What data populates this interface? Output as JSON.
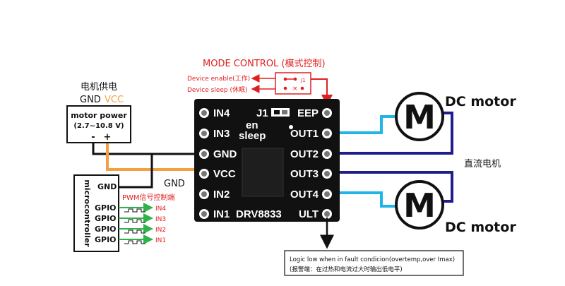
{
  "mode_control": {
    "title": "MODE CONTROL (模式控制)",
    "enable_label": "Device enable(工作)",
    "sleep_label": "Device sleep (休眠)",
    "jumper_label": "J1"
  },
  "power": {
    "cn_label": "电机供电",
    "gnd_label": "GND",
    "vcc_label": "VCC",
    "box_title": "motor power",
    "box_range": "(2.7~10.8 V)",
    "minus": "-",
    "plus": "+"
  },
  "mcu": {
    "vertical_label": "microcontroller",
    "gnd": "GND",
    "pwm_label": "PWM信号控制端",
    "gpio": [
      "GPIO",
      "GPIO",
      "GPIO",
      "GPIO"
    ],
    "signals": [
      "IN4",
      "IN3",
      "IN2",
      "IN1"
    ],
    "ext_gnd": "GND"
  },
  "board": {
    "left_pins": [
      "IN4",
      "IN3",
      "GND",
      "VCC",
      "IN2",
      "IN1"
    ],
    "right_pins": [
      "EEP",
      "OUT1",
      "OUT2",
      "OUT3",
      "OUT4",
      "ULT"
    ],
    "j1": "J1",
    "en": "en",
    "sleep": "sleep",
    "chip": "DRV8833"
  },
  "motors": {
    "top_label": "DC motor",
    "bottom_label": "DC motor",
    "letter": "M",
    "cn_label": "直流电机"
  },
  "fault": {
    "line1": "Logic low when in fault condicion(overtemp,over Imax)",
    "line2": "(报警端：在过热和电流过大时输出低电平)"
  },
  "colors": {
    "red": "#e02020",
    "orange": "#f4a040",
    "blue": "#1e1e8c",
    "cyan": "#21b5e6",
    "green": "#2db34a",
    "board": "#111111"
  }
}
